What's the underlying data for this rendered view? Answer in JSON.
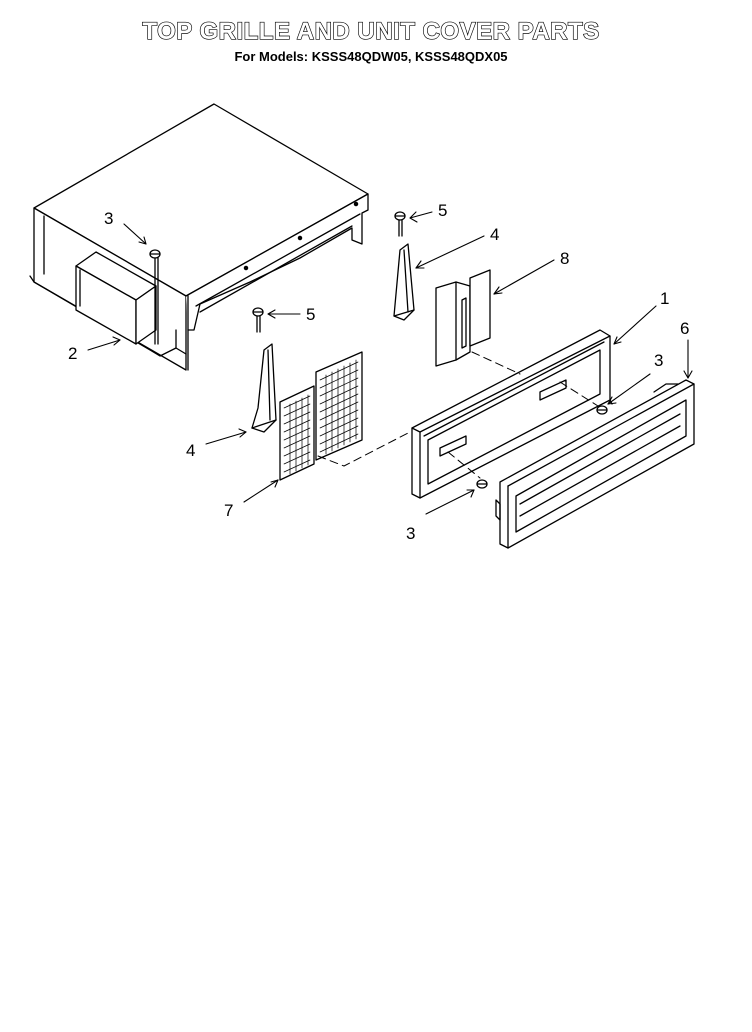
{
  "header": {
    "title": "TOP GRILLE AND UNIT COVER PARTS",
    "subtitle": "For Models: KSSS48QDW05, KSSS48QDX05"
  },
  "callouts": {
    "c1": "1",
    "c2": "2",
    "c3a": "3",
    "c3b": "3",
    "c3c": "3",
    "c4a": "4",
    "c4b": "4",
    "c5a": "5",
    "c5b": "5",
    "c6": "6",
    "c7": "7",
    "c8": "8"
  }
}
